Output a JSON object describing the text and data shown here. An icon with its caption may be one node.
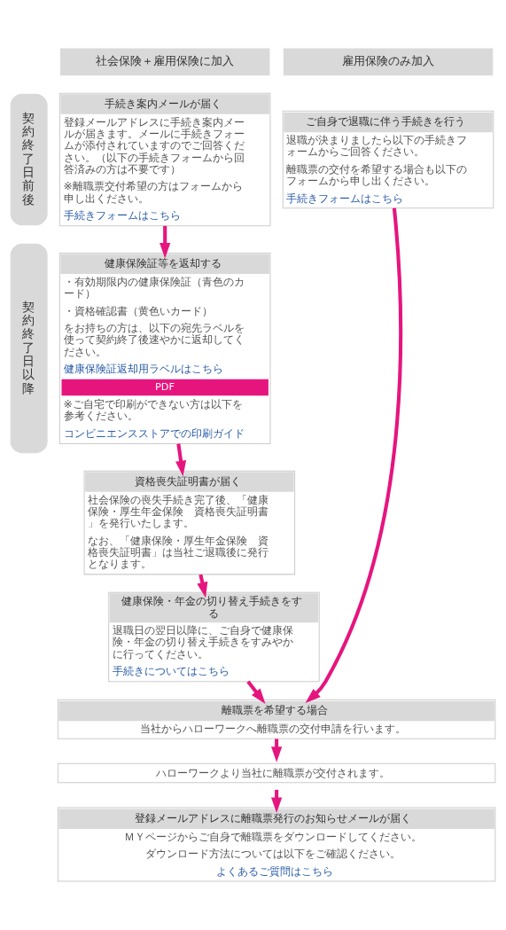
{
  "diagram": {
    "nodes": [
      {
        "text": [
          "社会保険＋雇用保険に加入"
        ]
      },
      {
        "text": [
          "雇用保険のみ加入"
        ]
      },
      {
        "text": [
          "契約終了日前後"
        ]
      },
      {
        "text": [
          "手続き案内メールが届く",
          "登録メールアドレスに手続き案内メールが届きます。メールに手続きフォームが添付されていますのでご回答ください。（以下の手続きフォームから回答済みの方は不要です）",
          "※離職票交付希望の方はフォームから申し出ください。",
          "手続きフォームはこちら"
        ]
      },
      {
        "text": [
          "ご自身で退職に伴う手続きを行う",
          "退職が決まりましたら以下の手続きフォームからご回答ください。",
          "離職票の交付を希望する場合も以下のフォームから申し出ください。",
          "手続きフォームはこちら"
        ]
      },
      {
        "text": [
          "契約終了日以降"
        ]
      },
      {
        "text": [
          "健康保険証等を返却する",
          "・有効期限内の健康保険証（青色のカード）",
          "・資格確認書（黄色いカード）",
          "をお持ちの方は、以下の宛先ラベルを使って契約終了後速やかに返却してください。",
          "健康保険証返却用ラベルはこちら",
          "PDF",
          "※ご自宅で印刷ができない方は以下を参考ください。",
          "コンビニエンスストアでの印刷ガイド"
        ]
      },
      {
        "text": [
          "資格喪失証明書が届く",
          "社会保険の喪失手続き完了後、「健康保険・厚生年金保険　資格喪失証明書」を発行いたします。",
          "なお、「健康保険・厚生年金保険　資格喪失証明書」は当社ご退職後に発行となります。"
        ]
      },
      {
        "text": [
          "健康保険・年金の切り替え手続きをする",
          "退職日の翌日以降に、ご自身で健康保険・年金の切り替え手続きをすみやかに行ってください。",
          "手続きについてはこちら"
        ]
      },
      {
        "text": [
          "離職票を希望する場合",
          "当社からハローワークへ離職票の交付申請を行います。"
        ]
      },
      {
        "text": [
          "ハローワークより当社に離職票が交付されます。"
        ]
      },
      {
        "text": [
          "登録メールアドレスに離職票発行のお知らせメールが届く",
          "ＭＹページからご自身で離職票をダウンロードしてください。",
          "ダウンロード方法については以下をご確認ください。",
          "よくあるご質問はこちら"
        ]
      }
    ],
    "edges": [
      {
        "from": 3,
        "to": 6,
        "arrow": "to"
      },
      {
        "from": 6,
        "to": 7,
        "arrow": "to"
      },
      {
        "from": 7,
        "to": 8,
        "arrow": "to"
      },
      {
        "from": 8,
        "to": 9,
        "arrow": "to"
      },
      {
        "from": 4,
        "to": 9,
        "arrow": "to"
      },
      {
        "from": 9,
        "to": 10,
        "arrow": "to"
      },
      {
        "from": 10,
        "to": 11,
        "arrow": "to"
      }
    ]
  }
}
